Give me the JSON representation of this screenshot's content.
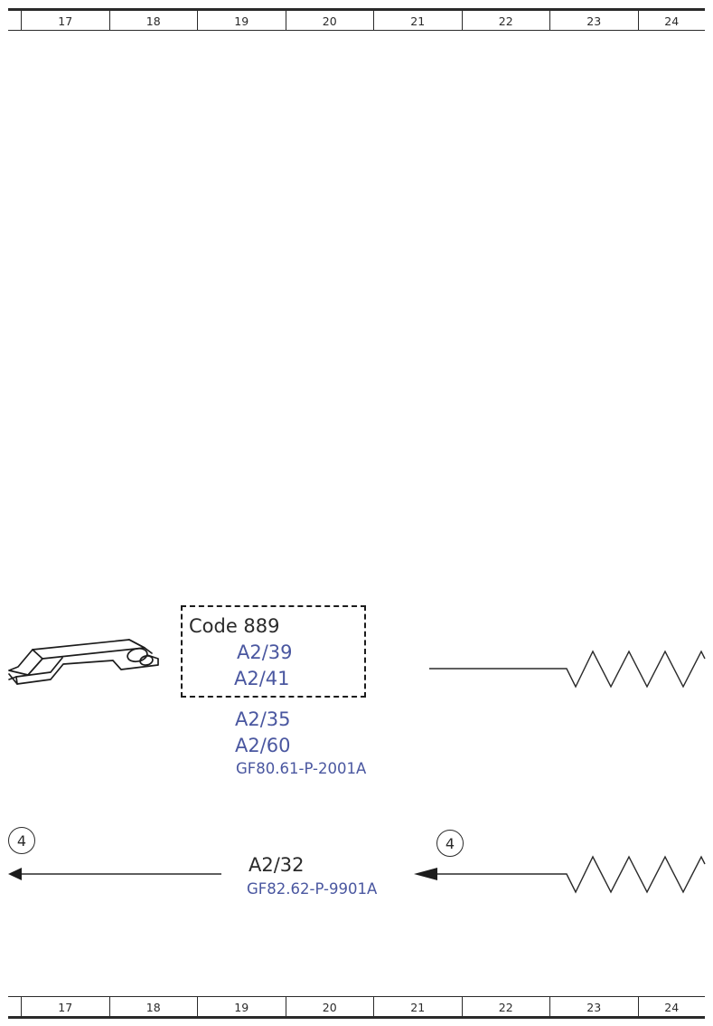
{
  "grid": {
    "columns": [
      "17",
      "18",
      "19",
      "20",
      "21",
      "22",
      "23",
      "24"
    ]
  },
  "code_box": {
    "title": "Code 889",
    "items": [
      "A2/39",
      "A2/41"
    ]
  },
  "upper_refs": {
    "items": [
      "A2/35",
      "A2/60"
    ],
    "doc": "GF80.61-P-2001A"
  },
  "lower_refs": {
    "component": "A2/32",
    "doc": "GF82.62-P-9901A"
  },
  "connectors": {
    "left_marker": "4",
    "right_marker": "4"
  },
  "colors": {
    "line": "#2a2a2a",
    "reference_text": "#4a57a0"
  },
  "icons": [
    "component-illustration-icon",
    "zigzag-wire-icon",
    "arrow-head-icon"
  ]
}
